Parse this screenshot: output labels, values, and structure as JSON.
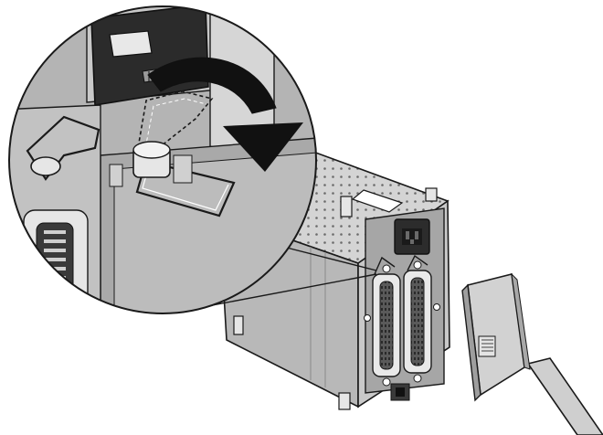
{
  "figure": {
    "colors": {
      "background": "#ffffff",
      "outline": "#1a1a1a",
      "body_light": "#d6d6d6",
      "body_mid": "#b3b3b3",
      "body_dark": "#8c8c8c",
      "panel": "#9a9a9a",
      "connector": "#4a4a4a",
      "arrow": "#111111",
      "cable": "#c8c8c8",
      "callout_fill": "#bdbdbd"
    },
    "parts": [
      {
        "name": "power-socket"
      },
      {
        "name": "scsi-connector-upper"
      },
      {
        "name": "scsi-connector-lower"
      },
      {
        "name": "wire-retaining-clip"
      },
      {
        "name": "scsi-cable-plug"
      },
      {
        "name": "rotation-arrow"
      },
      {
        "name": "magnified-callout"
      }
    ]
  }
}
